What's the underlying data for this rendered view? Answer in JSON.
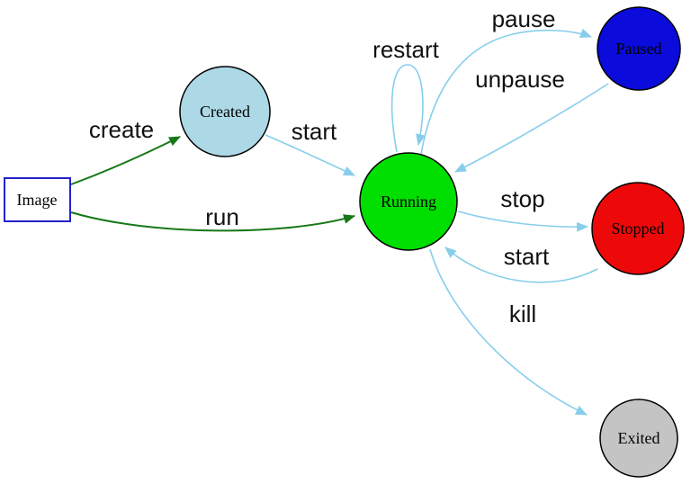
{
  "diagram": {
    "nodes": {
      "image": {
        "label": "Image",
        "shape": "rectangle",
        "fill": "#ffffff",
        "stroke": "#2222cc"
      },
      "created": {
        "label": "Created",
        "shape": "circle",
        "fill": "#add8e6",
        "stroke": "#000000"
      },
      "running": {
        "label": "Running",
        "shape": "circle",
        "fill": "#00df00",
        "stroke": "#000000"
      },
      "paused": {
        "label": "Paused",
        "shape": "circle",
        "fill": "#0b0bdb",
        "stroke": "#000000"
      },
      "stopped": {
        "label": "Stopped",
        "shape": "circle",
        "fill": "#ed0909",
        "stroke": "#000000"
      },
      "exited": {
        "label": "Exited",
        "shape": "circle",
        "fill": "#c4c4c4",
        "stroke": "#000000"
      }
    },
    "edges": {
      "create": {
        "label": "create",
        "from": "Image",
        "to": "Created",
        "color": "#157815"
      },
      "run": {
        "label": "run",
        "from": "Image",
        "to": "Running",
        "color": "#157815"
      },
      "start_from_created": {
        "label": "start",
        "from": "Created",
        "to": "Running",
        "color": "#87ceeb"
      },
      "restart": {
        "label": "restart",
        "from": "Running",
        "to": "Running",
        "color": "#87ceeb"
      },
      "pause": {
        "label": "pause",
        "from": "Running",
        "to": "Paused",
        "color": "#87ceeb"
      },
      "unpause": {
        "label": "unpause",
        "from": "Paused",
        "to": "Running",
        "color": "#87ceeb"
      },
      "stop": {
        "label": "stop",
        "from": "Running",
        "to": "Stopped",
        "color": "#87ceeb"
      },
      "start_from_stopped": {
        "label": "start",
        "from": "Stopped",
        "to": "Running",
        "color": "#87ceeb"
      },
      "kill": {
        "label": "kill",
        "from": "Running",
        "to": "Exited",
        "color": "#87ceeb"
      }
    },
    "colors": {
      "edge_light": "#87ceeb",
      "edge_dark": "#157815",
      "background": "#ffffff"
    }
  }
}
